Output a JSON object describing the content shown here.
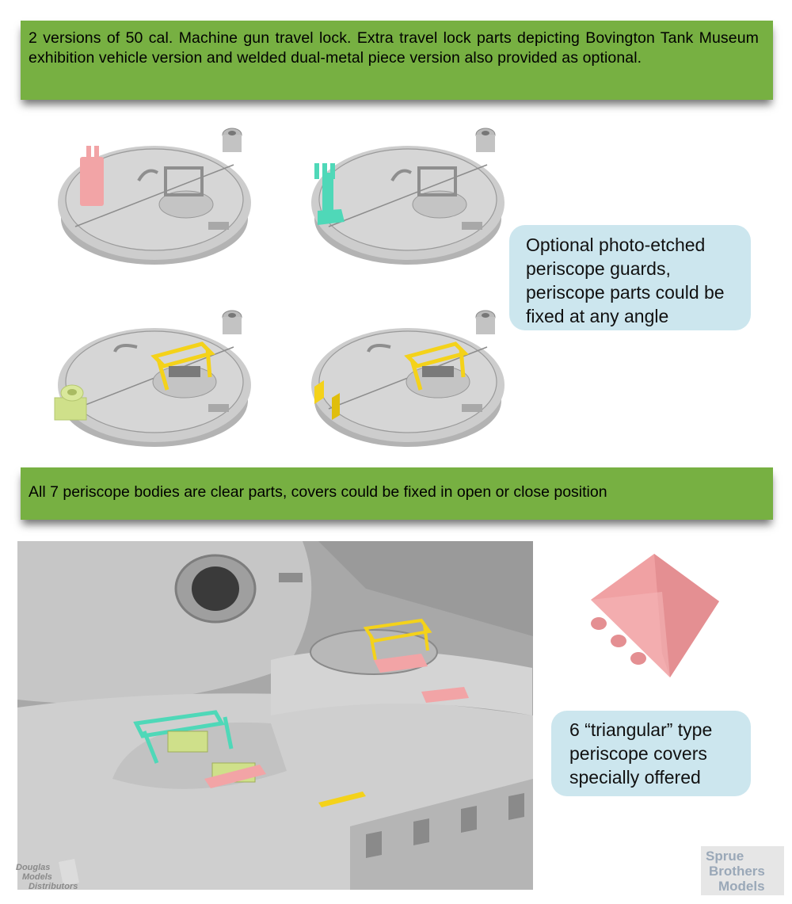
{
  "banners": {
    "top": "2 versions of 50 cal. Machine gun travel lock. Extra travel lock parts depicting Bovington Tank Museum exhibition vehicle version and welded dual-metal piece version also provided as optional.",
    "middle": "All 7 periscope bodies are clear parts, covers could be fixed in open or close position"
  },
  "callouts": {
    "periscope_guards": "Optional photo-etched periscope guards, periscope parts could be fixed at any angle",
    "triangular_covers": "6 “triangular” type periscope covers specially offered"
  },
  "illustrations": {
    "hatch_1": "hatch with pink travel lock",
    "hatch_2": "hatch with teal travel lock",
    "hatch_3": "hatch with yellow periscope guard and green part",
    "hatch_4": "hatch with yellow periscope guard and yellow brackets",
    "hull_render": "hull render with periscopes",
    "periscope_cover": "pink triangular periscope cover"
  },
  "colors": {
    "banner_green": "#77b042",
    "callout_blue": "#cce6ee",
    "part_pink": "#f2a4a6",
    "part_teal": "#4fd8b8",
    "part_yellow": "#f4d21a",
    "part_green": "#cfe08a",
    "model_grey": "#c9c9c9"
  },
  "watermarks": {
    "douglas": [
      "Douglas",
      "Models",
      "Distributors"
    ],
    "sprue_brothers": [
      "Sprue",
      "Brothers",
      "Models"
    ]
  }
}
